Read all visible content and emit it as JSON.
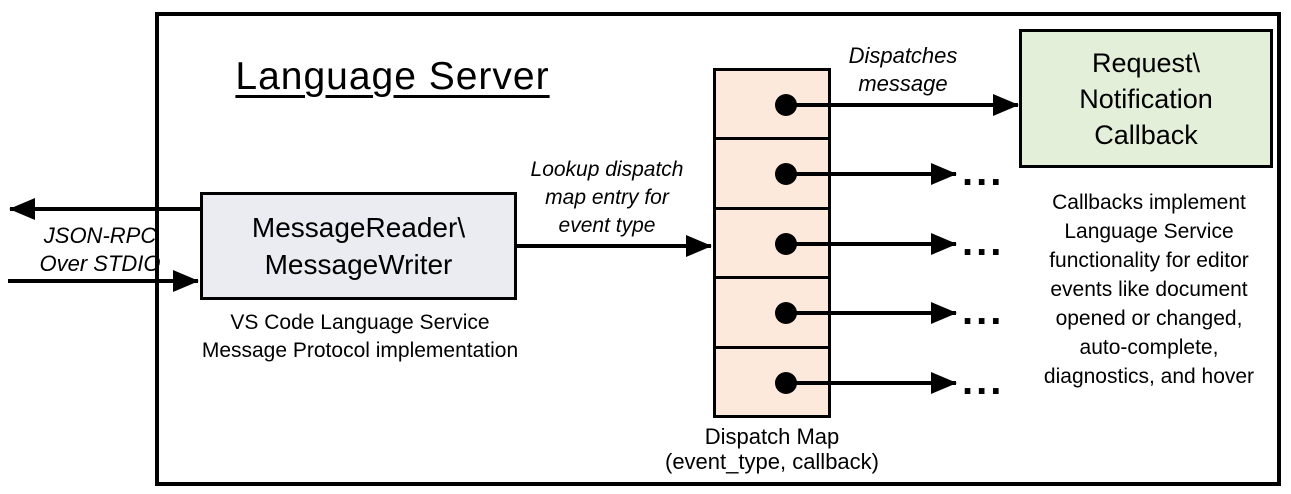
{
  "diagram": {
    "title": "Language Server",
    "io_label": "JSON-RPC\nOver STDIO",
    "reader_writer": {
      "label": "MessageReader\\\nMessageWriter",
      "caption": "VS Code Language Service\nMessage Protocol implementation"
    },
    "lookup_label": "Lookup dispatch\nmap entry for\nevent type",
    "dispatch_map": {
      "caption": "Dispatch Map\n(event_type, callback)"
    },
    "dispatches_label": "Dispatches\nmessage",
    "callback_box": {
      "label": "Request\\\nNotification\nCallback"
    },
    "callbacks_note": "Callbacks implement\nLanguage Service\nfunctionality for editor\nevents like document\nopened or changed,\nauto-complete,\ndiagnostics, and hover",
    "ellipsis": "...",
    "colors": {
      "reader_writer_fill": "#ebebf2",
      "dispatch_map_fill": "#fce9dc",
      "callback_fill": "#e4efda",
      "line": "#000000"
    }
  }
}
